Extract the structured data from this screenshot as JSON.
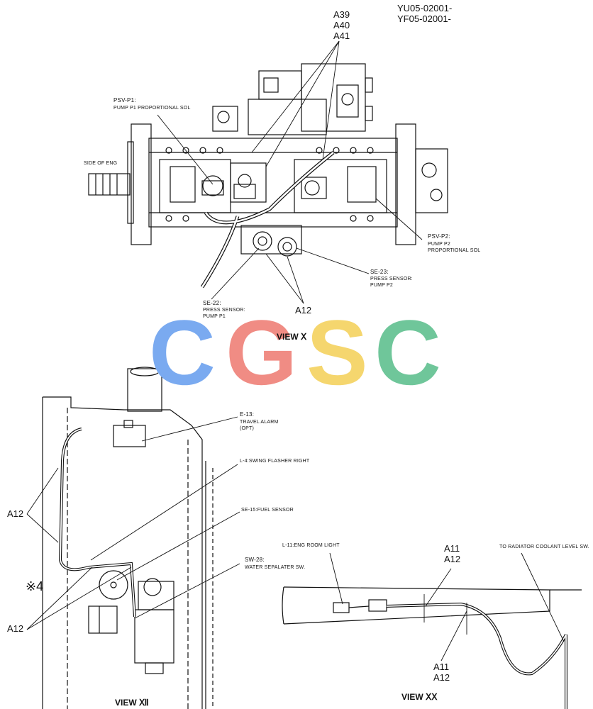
{
  "header": {
    "codes": [
      "YU05-02001-",
      "YF05-02001-"
    ]
  },
  "view9": {
    "title": "VIEW Ⅹ",
    "callouts": {
      "a39": "A39",
      "a40": "A40",
      "a41": "A41",
      "psv_p1_id": "PSV-P1:",
      "psv_p1_desc": "PUMP P1 PROPORTIONAL SOL",
      "side_of_eng": "SIDE OF ENG",
      "psv_p2_id": "PSV-P2:",
      "psv_p2_desc1": "PUMP P2",
      "psv_p2_desc2": "PROPORTIONAL SOL",
      "se23_id": "SE-23:",
      "se23_desc1": "PRESS SENSOR:",
      "se23_desc2": "PUMP P2",
      "se22_id": "SE-22:",
      "se22_desc1": "PRESS SENSOR:",
      "se22_desc2": "PUMP P1",
      "a12": "A12"
    }
  },
  "view12": {
    "title": "VIEW Ⅻ",
    "callouts": {
      "e13_id": "E-13:",
      "e13_desc1": "TRAVEL ALARM",
      "e13_desc2": "(OPT)",
      "l4": "L-4:SWING FLASHER RIGHT",
      "se15": "SE-15:FUEL SENSOR",
      "sw28_id": "SW-28:",
      "sw28_desc": "WATER SEPALATER SW.",
      "a12_upper": "A12",
      "a12_lower": "A12",
      "note4": "※4"
    }
  },
  "view20": {
    "title": "VIEW ⅩⅩ",
    "callouts": {
      "l11": "L-11:ENG ROOM LIGHT",
      "a11_top": "A11",
      "a12_top": "A12",
      "radiator": "TO RADIATOR COOLANT LEVEL SW.",
      "a11_bottom": "A11",
      "a12_bottom": "A12"
    }
  },
  "watermark": {
    "letters": [
      "C",
      "G",
      "S",
      "C"
    ],
    "colors": [
      "#7aaaf0",
      "#f08c84",
      "#f5d66e",
      "#6fc69a"
    ]
  }
}
